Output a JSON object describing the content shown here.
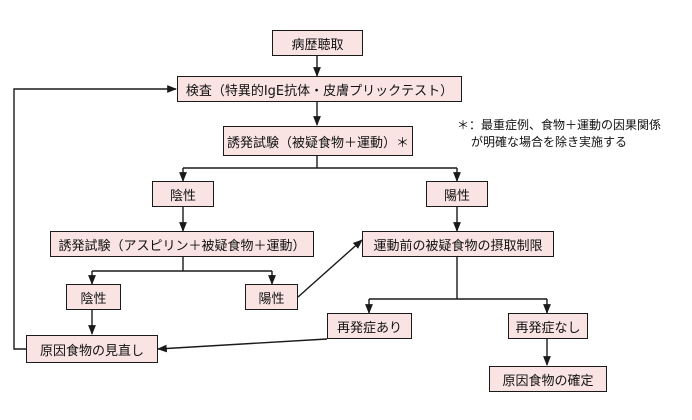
{
  "nodes": {
    "history": "病歴聴取",
    "exam": "検査（特異的IgE抗体・皮膚プリックテスト）",
    "provocation1": "誘発試験（被疑食物＋運動）＊",
    "negative1": "陰性",
    "positive1": "陽性",
    "provocation2": "誘発試験（アスピリン＋被疑食物＋運動）",
    "restriction": "運動前の被疑食物の摂取制限",
    "negative2": "陰性",
    "positive2": "陽性",
    "recurrence": "再発症あり",
    "no_recurrence": "再発症なし",
    "review": "原因食物の見直し",
    "confirm": "原因食物の確定"
  },
  "note": {
    "line1": "＊：最重症例、食物＋運動の因果関係",
    "line2": "が明確な場合を除き実施する"
  },
  "colors": {
    "box_fill": "#f9e3e3",
    "line": "#1a1a1a"
  }
}
